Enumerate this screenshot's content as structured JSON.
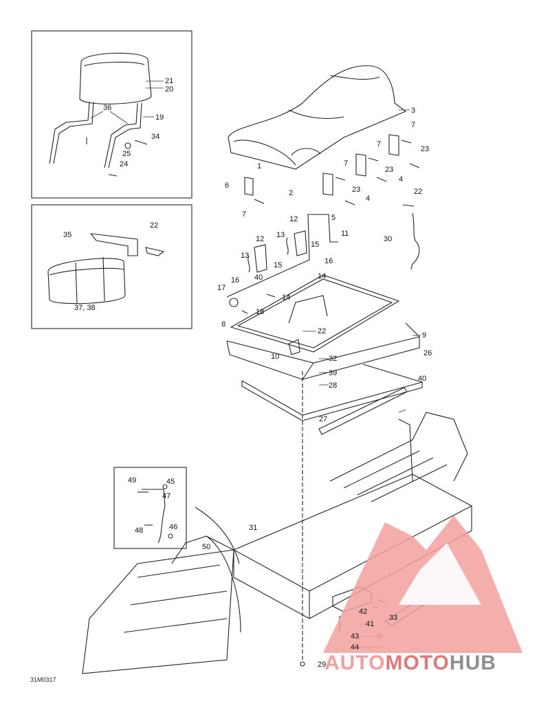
{
  "diagram": {
    "drawing_code": "31M0317",
    "callouts": [
      "21",
      "20",
      "36",
      "19",
      "34",
      "25",
      "24",
      "35",
      "22",
      "37, 38",
      "3",
      "7",
      "23",
      "1",
      "2",
      "6",
      "4",
      "5",
      "22",
      "30",
      "12",
      "11",
      "13",
      "15",
      "16",
      "14",
      "17",
      "18",
      "8",
      "9",
      "22",
      "10",
      "32",
      "26",
      "39",
      "40",
      "28",
      "27",
      "49",
      "45",
      "47",
      "48",
      "46",
      "31",
      "50",
      "42",
      "33",
      "41",
      "43",
      "44",
      "29"
    ]
  },
  "watermark": {
    "part1": "AUTO",
    "part2": "MOTO",
    "part3": "HUB",
    "colors": {
      "light": "#f2a09e",
      "mid": "#e07876",
      "grey": "#8f8f8f"
    }
  }
}
